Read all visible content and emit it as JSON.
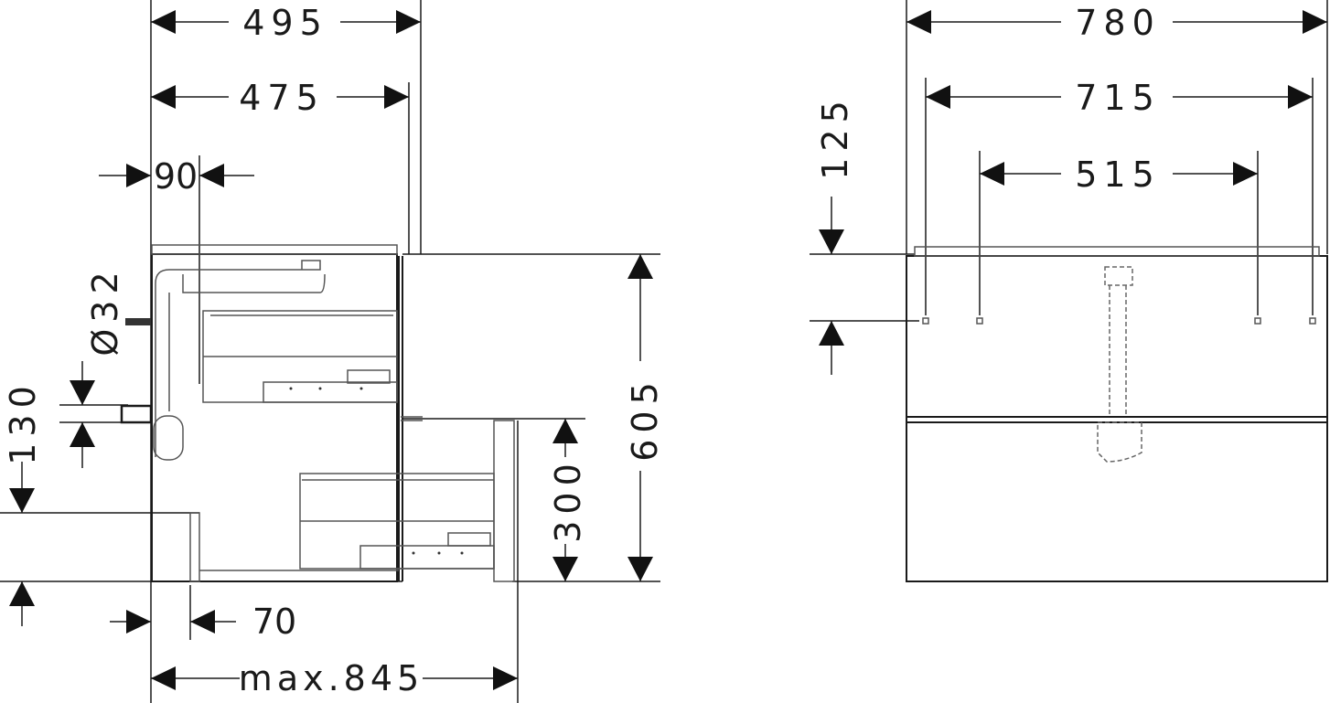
{
  "dimensions": {
    "d495": "495",
    "d475": "475",
    "d90": "90",
    "d32": "Ø32",
    "d130": "130",
    "d605": "605",
    "d300": "300",
    "d70": "70",
    "dmax": "max.845",
    "d780": "780",
    "d715": "715",
    "d515": "515",
    "d125": "125"
  },
  "colors": {
    "line": "#1a1a1a",
    "background": "#ffffff"
  }
}
